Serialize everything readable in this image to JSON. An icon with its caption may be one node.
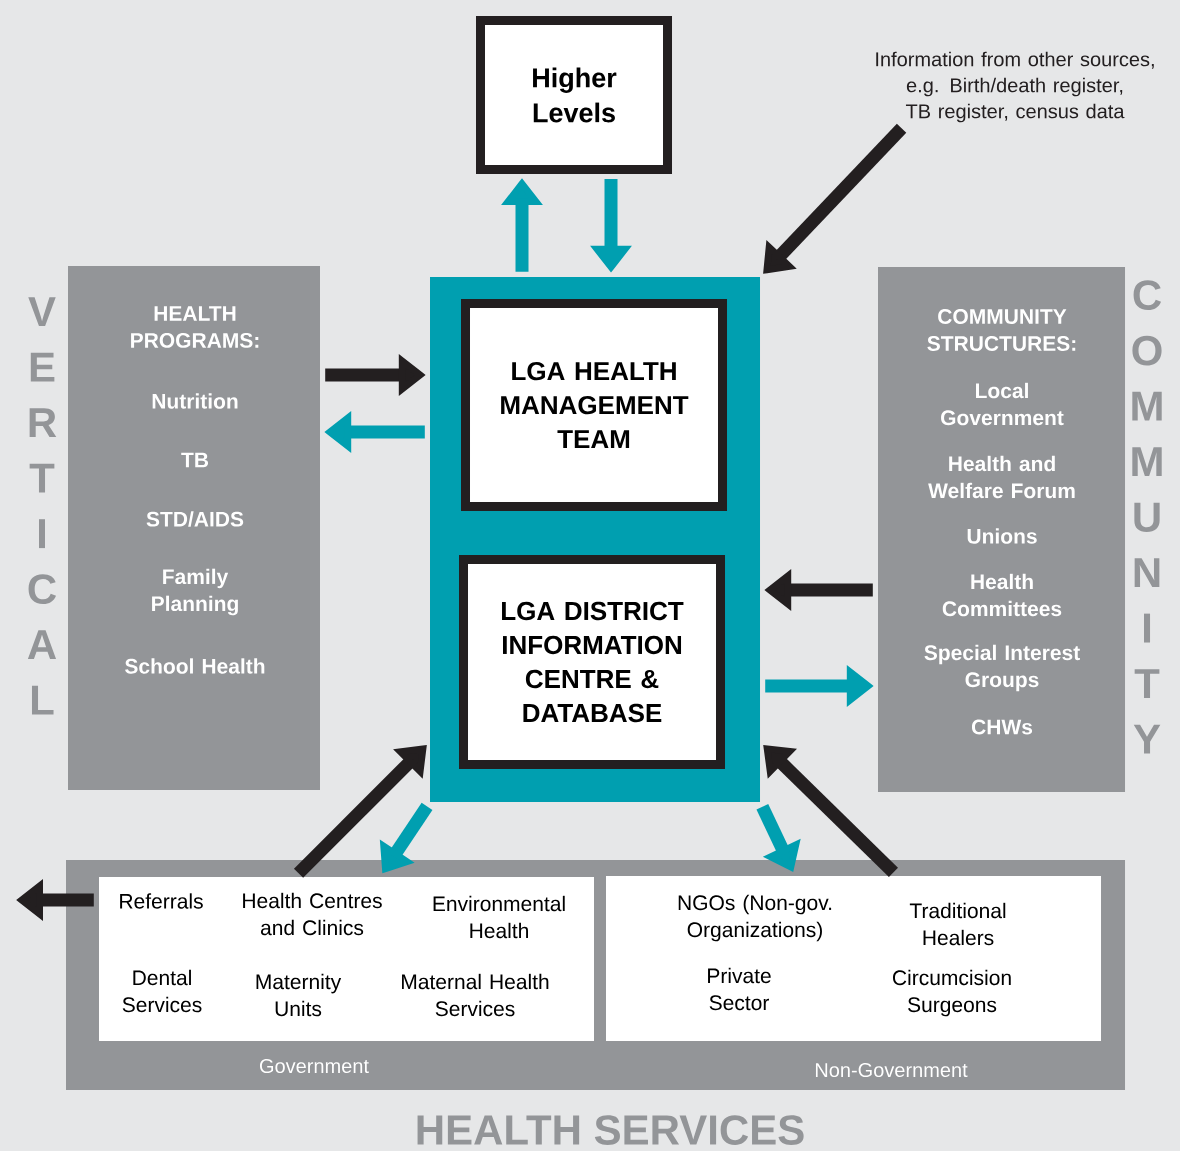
{
  "diagram": {
    "nodes": [
      {
        "text": [
          "Higher Levels"
        ]
      },
      {
        "text": [
          "Information from other sources, e.g. Birth/death register, TB register, census data"
        ]
      },
      {
        "text": [
          "HEALTH PROGRAMS:",
          "Nutrition",
          "TB",
          "STD/AIDS",
          "Family Planning",
          "School Health"
        ]
      },
      {
        "text": [],
        "shape": "box"
      },
      {
        "text": [
          "LGA HEALTH MANAGEMENT TEAM"
        ],
        "in": 3
      },
      {
        "text": [
          "LGA DISTRICT INFORMATION CENTRE & DATABASE"
        ],
        "in": 3
      },
      {
        "text": [
          "COMMUNITY STRUCTURES:",
          "Local Government",
          "Health and Welfare Forum",
          "Unions",
          "Health Committees",
          "Special Interest Groups",
          "CHWs"
        ]
      },
      {
        "text": [
          "HEALTH SERVICES"
        ]
      },
      {
        "text": [
          "Referrals",
          "Health Centres and Clinics",
          "Environmental Health",
          "Dental Services",
          "Maternity Units",
          "Maternal Health Services"
        ],
        "beside": [
          "Government"
        ],
        "in": 7
      },
      {
        "text": [
          "NGOs (Non-gov. Organizations)",
          "Traditional Healers",
          "Private Sector",
          "Circumcision Surgeons"
        ],
        "beside": [
          "Non-Government"
        ],
        "in": 7
      }
    ],
    "edges": [
      {
        "from": 3,
        "to": 0,
        "arrow": "to",
        "color": "#009fb0"
      },
      {
        "from": 0,
        "to": 3,
        "arrow": "to",
        "color": "#009fb0"
      },
      {
        "from": 1,
        "to": 3,
        "arrow": "to",
        "color": "#231f20"
      },
      {
        "from": 2,
        "to": 3,
        "arrow": "to",
        "color": "#231f20"
      },
      {
        "from": 3,
        "to": 2,
        "arrow": "to",
        "color": "#009fb0"
      },
      {
        "from": 6,
        "to": 3,
        "arrow": "to",
        "color": "#231f20"
      },
      {
        "from": 3,
        "to": 6,
        "arrow": "to",
        "color": "#009fb0"
      },
      {
        "from": 8,
        "to": 3,
        "arrow": "to",
        "color": "#231f20"
      },
      {
        "from": 3,
        "to": 8,
        "arrow": "to",
        "color": "#009fb0"
      },
      {
        "from": 3,
        "to": 9,
        "arrow": "to",
        "color": "#009fb0"
      },
      {
        "from": 9,
        "to": 3,
        "arrow": "to",
        "color": "#231f20"
      },
      {
        "from": 8,
        "to": null,
        "arrow": "to",
        "color": "#231f20"
      }
    ],
    "labels": [
      "VERTICAL",
      "COMMUNITY"
    ]
  }
}
